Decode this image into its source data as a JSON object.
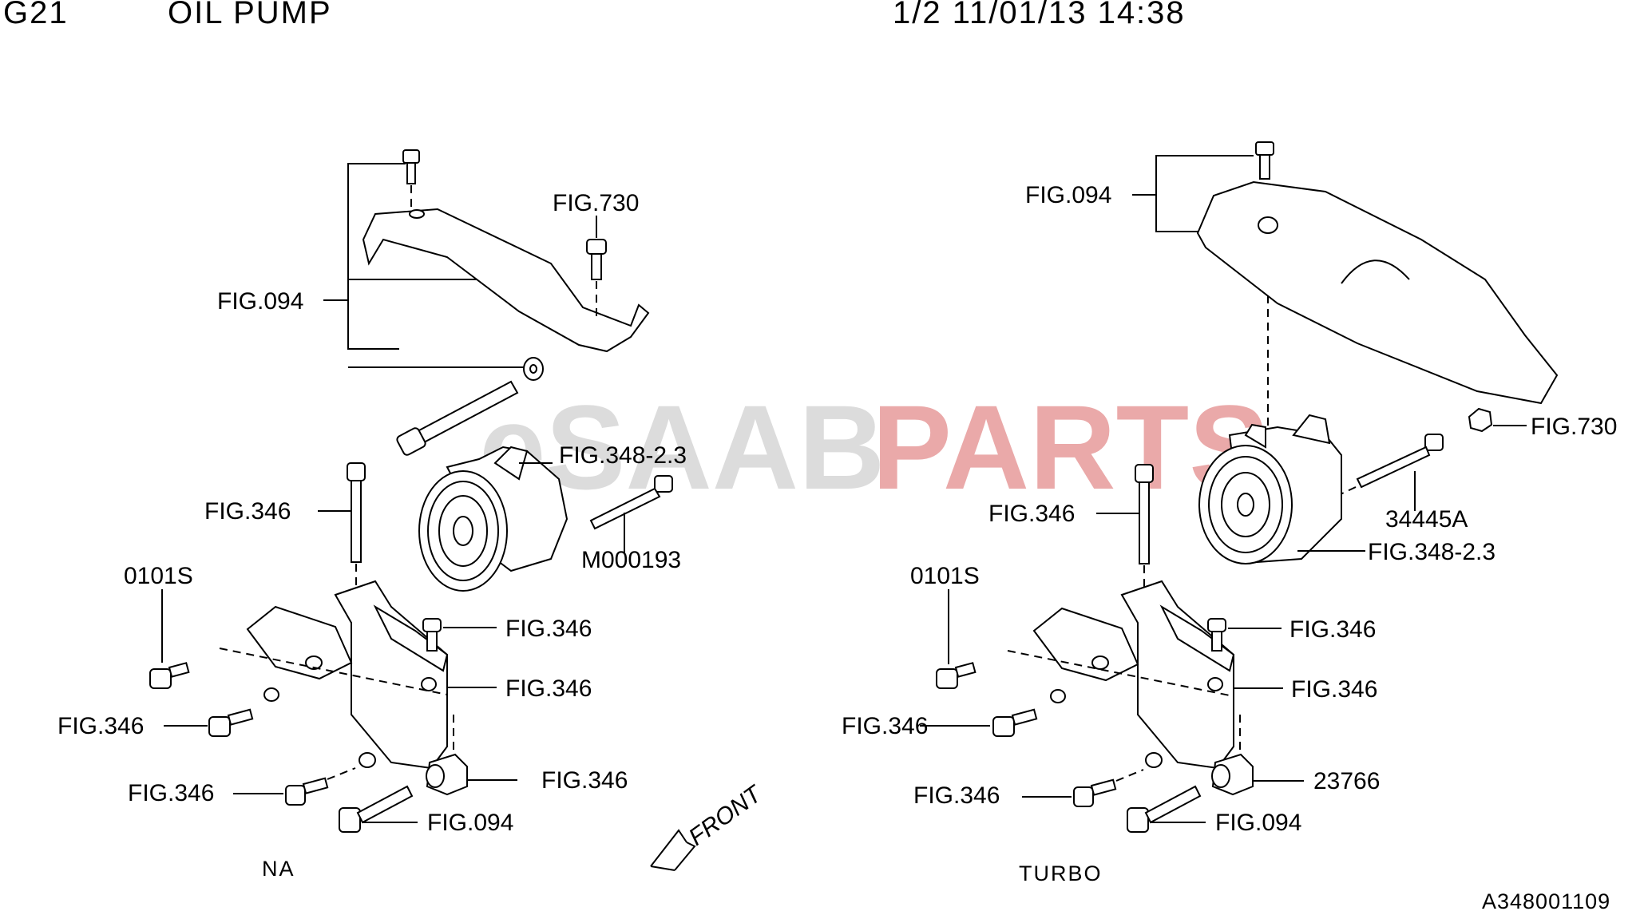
{
  "header": {
    "code": "G21",
    "title": "OIL PUMP",
    "page_info": "1/2 11/01/13 14:38"
  },
  "watermark": {
    "part1": "eSAAB",
    "part2": "PARTS",
    "color_gray": "#d6d6d6",
    "color_red": "#e79b9b"
  },
  "left_view": {
    "caption": "NA",
    "front_arrow": "FRONT",
    "labels": {
      "fig730": "FIG.730",
      "fig094_bracket": "FIG.094",
      "fig348": "FIG.348-2.3",
      "fig346_stud": "FIG.346",
      "m000193": "M000193",
      "s0101": "0101S",
      "fig346_bolt_r": "FIG.346",
      "fig346_hole": "FIG.346",
      "fig346_left": "FIG.346",
      "fig346_bottom": "FIG.346",
      "fig346_collar": "FIG.346",
      "fig094_bolt": "FIG.094"
    }
  },
  "right_view": {
    "caption": "TURBO",
    "labels": {
      "fig094_cover": "FIG.094",
      "fig730": "FIG.730",
      "p34445a": "34445A",
      "fig346_stud": "FIG.346",
      "fig348": "FIG.348-2.3",
      "s0101": "0101S",
      "fig346_bolt_r": "FIG.346",
      "fig346_hole": "FIG.346",
      "fig346_left": "FIG.346",
      "fig346_bottom": "FIG.346",
      "p23766": "23766",
      "fig094_bolt": "FIG.094"
    }
  },
  "drawing_code": "A348001109"
}
